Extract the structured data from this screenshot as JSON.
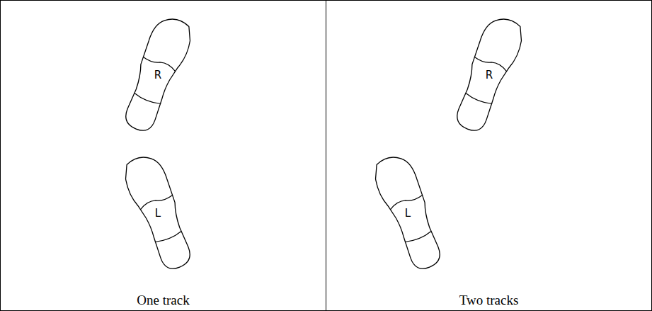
{
  "diagram": {
    "nodes": [
      {
        "text": [
          "One track"
        ]
      },
      {
        "text": [
          "R"
        ],
        "in": 0
      },
      {
        "text": [
          "L"
        ],
        "in": 0
      },
      {
        "text": [
          "Two tracks"
        ]
      },
      {
        "text": [
          "R"
        ],
        "in": 3
      },
      {
        "text": [
          "L"
        ],
        "in": 3
      }
    ]
  }
}
